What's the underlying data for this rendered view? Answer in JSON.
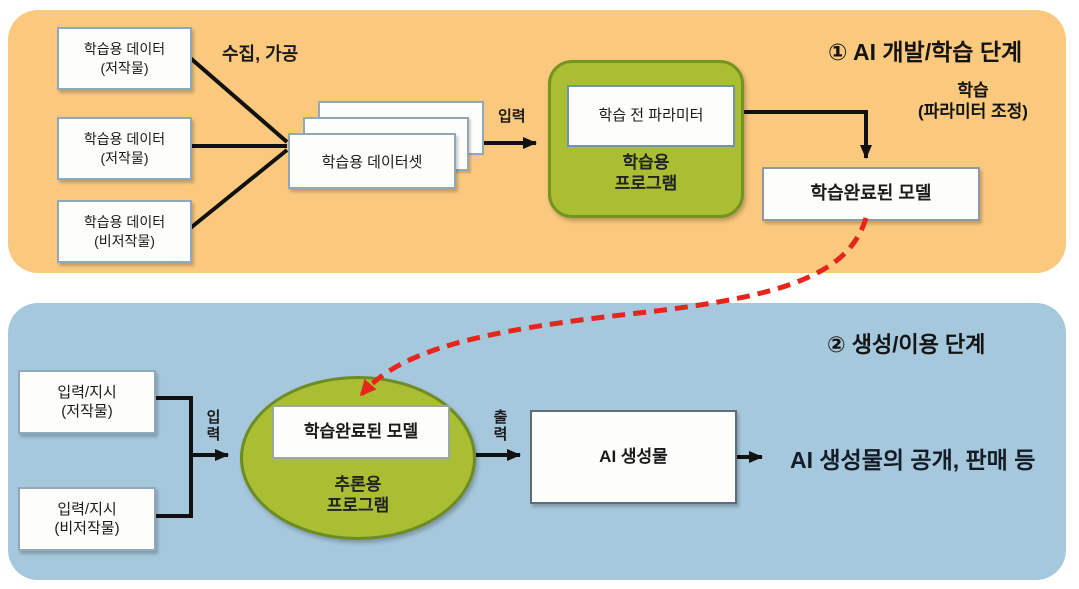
{
  "colors": {
    "stage1_bg": "#FBC97E",
    "stage2_bg": "#A6C8DD",
    "program_fill": "#A9BE32",
    "program_border": "#75941E",
    "connector": "#111111",
    "transfer_arrow": "#E8251D",
    "box_border": "#8FA8BC"
  },
  "stage1": {
    "title": "① AI 개발/학습 단계",
    "collect_label": "수집, 가공",
    "input_label": "입력",
    "data_boxes": [
      {
        "line1": "학습용 데이터",
        "line2": "(저작물)"
      },
      {
        "line1": "학습용 데이터",
        "line2": "(저작물)"
      },
      {
        "line1": "학습용 데이터",
        "line2": "(비저작물)"
      }
    ],
    "dataset_label": "학습용 데이터셋",
    "program": {
      "param_label": "학습 전 파라미터",
      "name_line1": "학습용",
      "name_line2": "프로그램"
    },
    "learning_note_line1": "학습",
    "learning_note_line2": "(파라미터 조정)",
    "trained_model_label": "학습완료된 모델"
  },
  "stage2": {
    "title": "② 생성/이용 단계",
    "input_boxes": [
      {
        "line1": "입력/지시",
        "line2": "(저작물)"
      },
      {
        "line1": "입력/지시",
        "line2": "(비저작물)"
      }
    ],
    "input_label": "입력",
    "output_label": "출력",
    "inference": {
      "model_label": "학습완료된 모델",
      "name_line1": "추론용",
      "name_line2": "프로그램"
    },
    "ai_output_label": "AI 생성물",
    "usage_text": "AI 생성물의 공개, 판매 등"
  }
}
